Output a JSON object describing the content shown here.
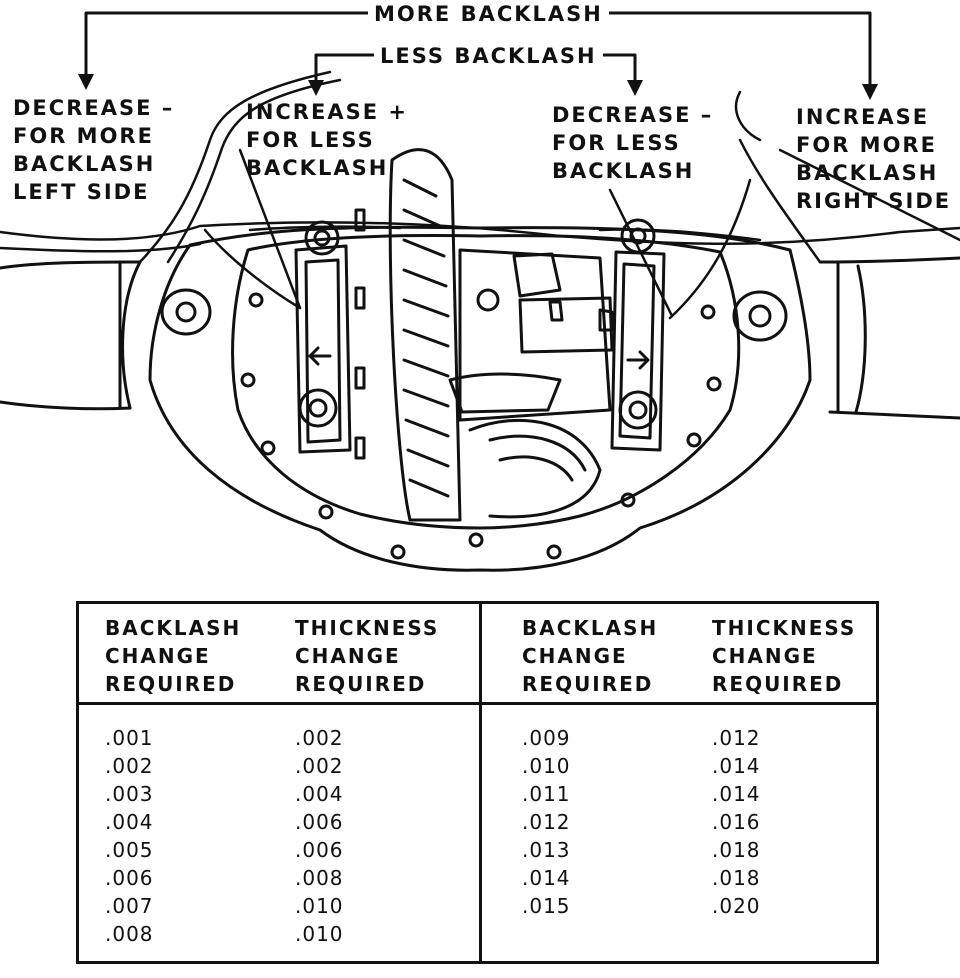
{
  "labels": {
    "more_backlash": "MORE BACKLASH",
    "less_backlash": "LESS BACKLASH",
    "decrease_left": [
      "DECREASE –",
      "FOR MORE",
      "BACKLASH",
      "LEFT SIDE"
    ],
    "increase_left": [
      "INCREASE +",
      "FOR LESS",
      "BACKLASH"
    ],
    "decrease_right": [
      "DECREASE –",
      "FOR LESS",
      "BACKLASH"
    ],
    "increase_right": [
      "INCREASE",
      "FOR MORE",
      "BACKLASH",
      "RIGHT SIDE"
    ]
  },
  "table": {
    "left": {
      "header_backlash": [
        "BACKLASH",
        "CHANGE",
        "REQUIRED"
      ],
      "header_thickness": [
        "THICKNESS",
        "CHANGE",
        "REQUIRED"
      ],
      "backlash": [
        ".001",
        ".002",
        ".003",
        ".004",
        ".005",
        ".006",
        ".007",
        ".008"
      ],
      "thickness": [
        ".002",
        ".002",
        ".004",
        ".006",
        ".006",
        ".008",
        ".010",
        ".010"
      ]
    },
    "right": {
      "header_backlash": [
        "BACKLASH",
        "CHANGE",
        "REQUIRED"
      ],
      "header_thickness": [
        "THICKNESS",
        "CHANGE",
        "REQUIRED"
      ],
      "backlash": [
        ".009",
        ".010",
        ".011",
        ".012",
        ".013",
        ".014",
        ".015"
      ],
      "thickness": [
        ".012",
        ".014",
        ".014",
        ".016",
        ".018",
        ".018",
        ".020"
      ]
    }
  }
}
